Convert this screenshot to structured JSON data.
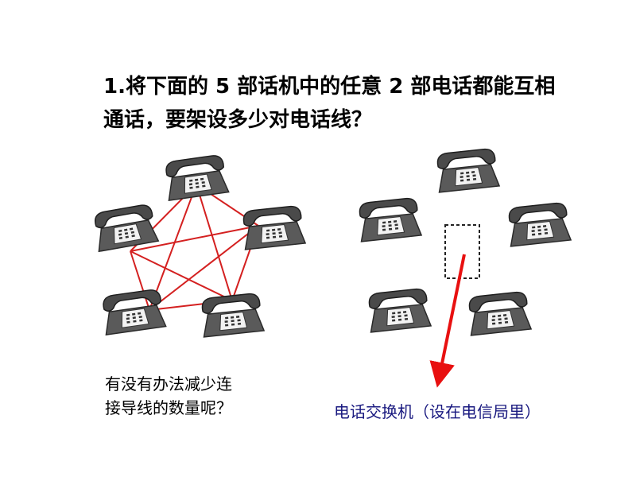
{
  "question": {
    "line1": "1.将下面的 5 部话机中的任意 2 部电话都能互相",
    "line2": "通话，要架设多少对电话线？"
  },
  "left_caption": {
    "line1": "有没有办法减少连",
    "line2": "接导线的数量呢？"
  },
  "right_caption": "电话交换机（设在电信局里）",
  "colors": {
    "wire": "#d42020",
    "arrow": "#e81010",
    "exchange_border": "#222222",
    "caption_right": "#1a1a80"
  }
}
